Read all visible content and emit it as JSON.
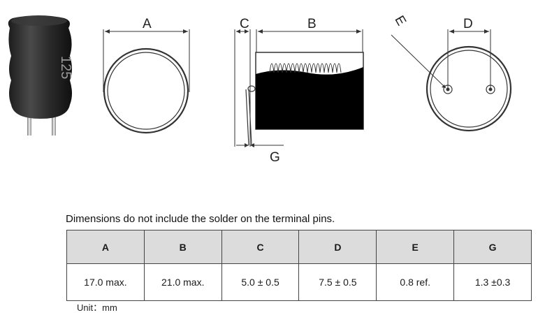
{
  "drawing_labels": {
    "A": "A",
    "B": "B",
    "C": "C",
    "D": "D",
    "E": "E",
    "G": "G"
  },
  "product_marking": "125",
  "note": "Dimensions do not include the solder on the terminal pins.",
  "table": {
    "headers": [
      "A",
      "B",
      "C",
      "D",
      "E",
      "G"
    ],
    "values": [
      "17.0 max.",
      "21.0 max.",
      "5.0 ± 0.5",
      "7.5 ± 0.5",
      "0.8 ref.",
      "1.3 ±0.3"
    ]
  },
  "unit": "Unit：mm"
}
